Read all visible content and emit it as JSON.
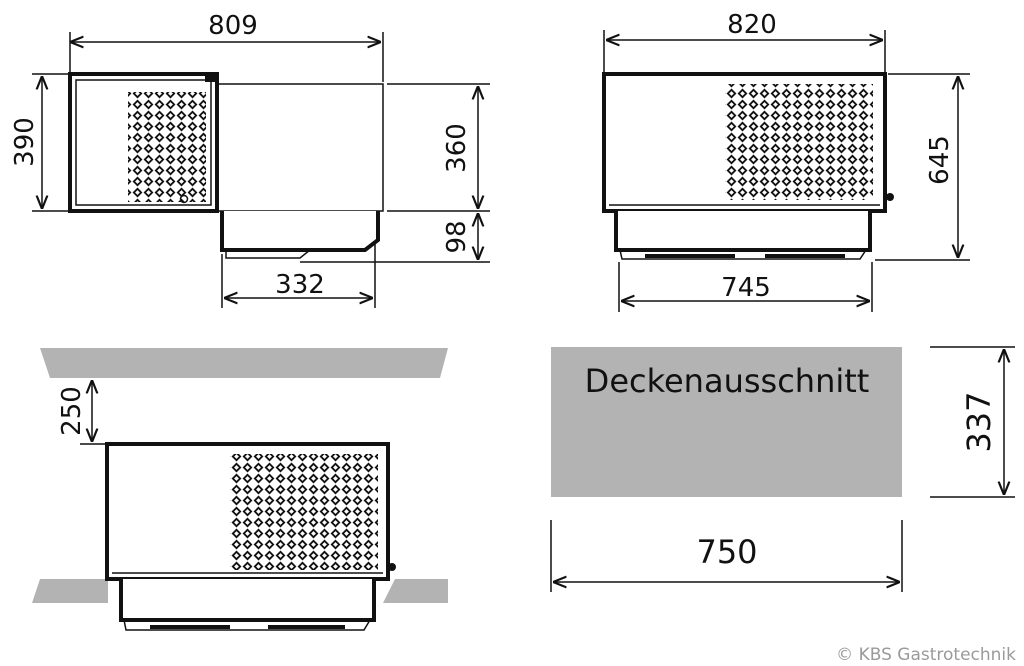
{
  "views": {
    "side": {
      "width": "809",
      "height_total": "390",
      "height_upper": "360",
      "height_lower": "98",
      "foot_width": "332"
    },
    "front": {
      "width_top": "820",
      "height": "645",
      "width_bottom": "745"
    },
    "installed": {
      "clearance": "250"
    },
    "cutout": {
      "label": "Deckenausschnitt",
      "width": "750",
      "depth": "337"
    }
  },
  "copyright": "© KBS Gastrotechnik",
  "colors": {
    "ceiling": "#b3b3b3",
    "cutout": "#b3b3b3",
    "line": "#111111"
  }
}
